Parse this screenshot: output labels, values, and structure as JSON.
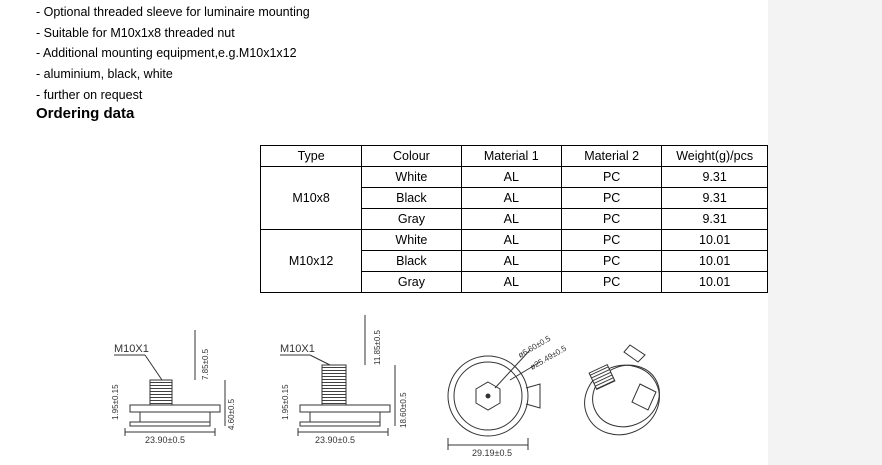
{
  "features": [
    "- Optional threaded sleeve for luminaire mounting",
    "- Suitable for M10x1x8 threaded nut",
    "- Additional mounting equipment,e.g.M10x1x12",
    "- aluminium, black, white",
    "- further on request"
  ],
  "heading": "Ordering data",
  "table": {
    "headers": [
      "Type",
      "Colour",
      "Material 1",
      "Material 2",
      "Weight(g)/pcs"
    ],
    "groups": [
      {
        "type": "M10x8",
        "rows": [
          {
            "colour": "White",
            "m1": "AL",
            "m2": "PC",
            "weight": "9.31"
          },
          {
            "colour": "Black",
            "m1": "AL",
            "m2": "PC",
            "weight": "9.31"
          },
          {
            "colour": "Gray",
            "m1": "AL",
            "m2": "PC",
            "weight": "9.31"
          }
        ]
      },
      {
        "type": "M10x12",
        "rows": [
          {
            "colour": "White",
            "m1": "AL",
            "m2": "PC",
            "weight": "10.01"
          },
          {
            "colour": "Black",
            "m1": "AL",
            "m2": "PC",
            "weight": "10.01"
          },
          {
            "colour": "Gray",
            "m1": "AL",
            "m2": "PC",
            "weight": "10.01"
          }
        ]
      }
    ]
  },
  "drawing1": {
    "thread": "M10X1",
    "dim_a": "1.95±0.15",
    "dim_b": "7.85±0.5",
    "dim_c": "4.60±0.5",
    "width": "23.90±0.5"
  },
  "drawing2": {
    "thread": "M10X1",
    "dim_a": "1.95±0.15",
    "dim_b": "11.85±0.5",
    "dim_c": "18.60±0.5",
    "width": "23.90±0.5"
  },
  "drawing3": {
    "d1": "ø6.60±0.5",
    "d2": "ø25.49±0.5",
    "width": "29.19±0.5"
  }
}
